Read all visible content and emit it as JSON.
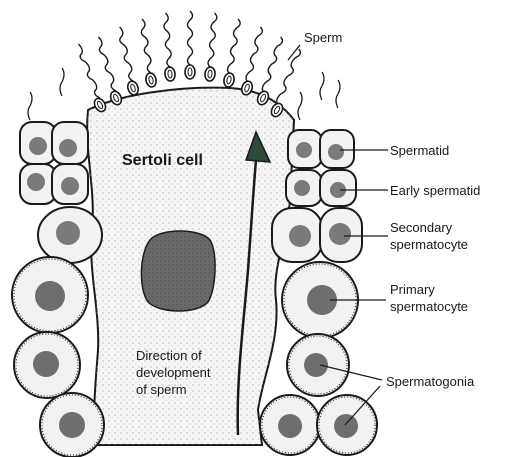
{
  "diagram": {
    "sertoli_label": "Sertoli cell",
    "direction_lines": [
      "Direction of",
      "development",
      "of sperm"
    ],
    "labels": {
      "sperm": "Sperm",
      "spermatid": "Spermatid",
      "early_spermatid": "Early spermatid",
      "secondary_line1": "Secondary",
      "secondary_line2": "spermatocyte",
      "primary_line1": "Primary",
      "primary_line2": "spermatocyte",
      "spermatogonia": "Spermatogonia"
    },
    "colors": {
      "outline": "#1a1a1a",
      "nucleus": "#6e6e6e",
      "cell_fill": "#f2f2f2",
      "sertoli_fill": "#f7f7f7"
    }
  }
}
